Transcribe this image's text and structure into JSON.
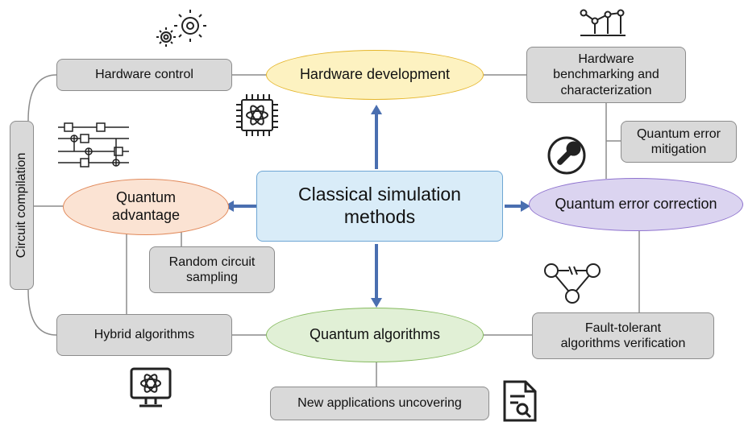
{
  "center": {
    "label": "Classical simulation\nmethods"
  },
  "ovals": {
    "hardware_development": "Hardware development",
    "quantum_advantage": "Quantum\nadvantage",
    "quantum_error_correction": "Quantum error correction",
    "quantum_algorithms": "Quantum algorithms"
  },
  "boxes": {
    "hardware_control": "Hardware control",
    "hardware_benchmarking": "Hardware\nbenchmarking and\ncharacterization",
    "quantum_error_mitigation": "Quantum error\nmitigation",
    "random_circuit_sampling": "Random circuit\nsampling",
    "hybrid_algorithms": "Hybrid algorithms",
    "fault_tolerant": "Fault-tolerant\nalgorithms verification",
    "new_applications": "New applications uncovering",
    "circuit_compilation": "Circuit compilation"
  },
  "icons": [
    "gears-icon",
    "atom-chip-icon",
    "benchmark-chart-icon",
    "wrench-icon",
    "circuit-icon",
    "graph-icon",
    "atom-monitor-icon",
    "document-search-icon"
  ],
  "colors": {
    "arrow": "#4a6fb0",
    "line": "#8c8c8c"
  }
}
